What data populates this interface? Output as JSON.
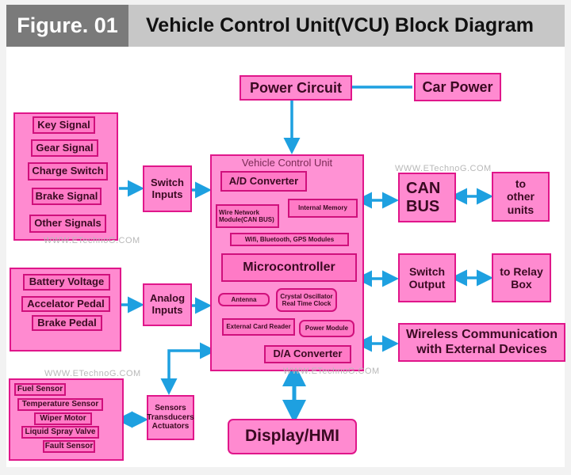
{
  "header": {
    "figure_label": "Figure. 01",
    "title": "Vehicle Control Unit(VCU) Block Diagram"
  },
  "colors": {
    "box_fill": "#ff8ad0",
    "box_border": "#e0168a",
    "arrow": "#1ea0e0",
    "header_dark": "#7a7a7a",
    "header_light": "#c7c7c7"
  },
  "power": {
    "power_circuit": "Power Circuit",
    "car_power": "Car Power"
  },
  "switch_group": {
    "items": [
      "Key Signal",
      "Gear Signal",
      "Charge Switch",
      "Brake Signal",
      "Other Signals"
    ],
    "target": "Switch Inputs"
  },
  "analog_group": {
    "items": [
      "Battery Voltage",
      "Accelator Pedal",
      "Brake Pedal"
    ],
    "target": "Analog Inputs"
  },
  "sensor_group": {
    "items": [
      "Fuel Sensor",
      "Temperature Sensor",
      "Wiper Motor",
      "Liquid Spray Valve",
      "Fault Sensor"
    ],
    "target": "Sensors Transducers Actuators"
  },
  "vcu": {
    "label": "Vehicle Control Unit",
    "ad_converter": "A/D Converter",
    "wire_network": "Wire Network Module(CAN BUS)",
    "internal_memory": "Internal Memory",
    "wireless_modules": "Wifi, Bluetooth, GPS Modules",
    "microcontroller": "Microcontroller",
    "antenna": "Antenna",
    "crystal": "Crystal Oscillator Real Time Clock",
    "card_reader": "External Card Reader",
    "power_module": "Power Module",
    "da_converter": "D/A Converter"
  },
  "outputs": {
    "can_bus": "CAN BUS",
    "other_units": "to other units",
    "switch_output": "Switch Output",
    "relay_box": "to Relay Box",
    "wireless": "Wireless Communication with External Devices",
    "display": "Display/HMI"
  },
  "watermarks": [
    "WWW.ETechnoG.COM",
    "WWW.ETechnoG.COM",
    "WWW.ETechnoG.COM",
    "WWW.ETechnoG.COM"
  ]
}
